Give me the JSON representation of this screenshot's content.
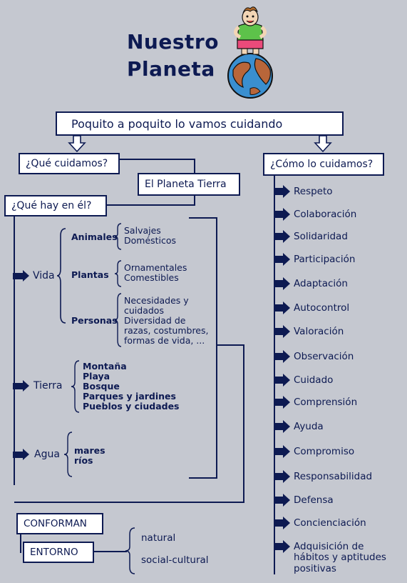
{
  "title": {
    "line1": "Nuestro",
    "line2": "Planeta"
  },
  "top_banner": "Poquito a poquito lo vamos cuidando",
  "left_header": "¿Qué cuidamos?",
  "center_box": "El Planeta Tierra",
  "what_header": "¿Qué hay en él?",
  "right_header": "¿Cómo lo cuidamos?",
  "vida": {
    "label": "Vida",
    "animales": {
      "label": "Animales",
      "items": [
        "Salvajes",
        "Domésticos"
      ]
    },
    "plantas": {
      "label": "Plantas",
      "items": [
        "Ornamentales",
        "Comestibles"
      ]
    },
    "personas": {
      "label": "Personas",
      "items": [
        "Necesidades y",
        "cuidados",
        "Diversidad de",
        "razas, costumbres,",
        "formas de vida, ..."
      ]
    }
  },
  "tierra": {
    "label": "Tierra",
    "items": [
      "Montaña",
      "Playa",
      "Bosque",
      "Parques y jardines",
      "Pueblos y ciudades"
    ]
  },
  "agua": {
    "label": "Agua",
    "items": [
      "mares",
      "ríos"
    ]
  },
  "conforman": "CONFORMAN",
  "entorno": "ENTORNO",
  "entorno_items": [
    "natural",
    "social-cultural"
  ],
  "values": [
    "Respeto",
    "Colaboración",
    "Solidaridad",
    "Participación",
    "Adaptación",
    "Autocontrol",
    "Valoración",
    "Observación",
    "Cuidado",
    "Comprensión",
    "Ayuda",
    "Compromiso",
    "Responsabilidad",
    "Defensa",
    "Concienciación",
    "Adquisición de",
    "hábitos y aptitudes",
    "positivas"
  ],
  "colors": {
    "background": "#c5c8d0",
    "ink": "#0d1a52",
    "box_fill": "#ffffff"
  }
}
